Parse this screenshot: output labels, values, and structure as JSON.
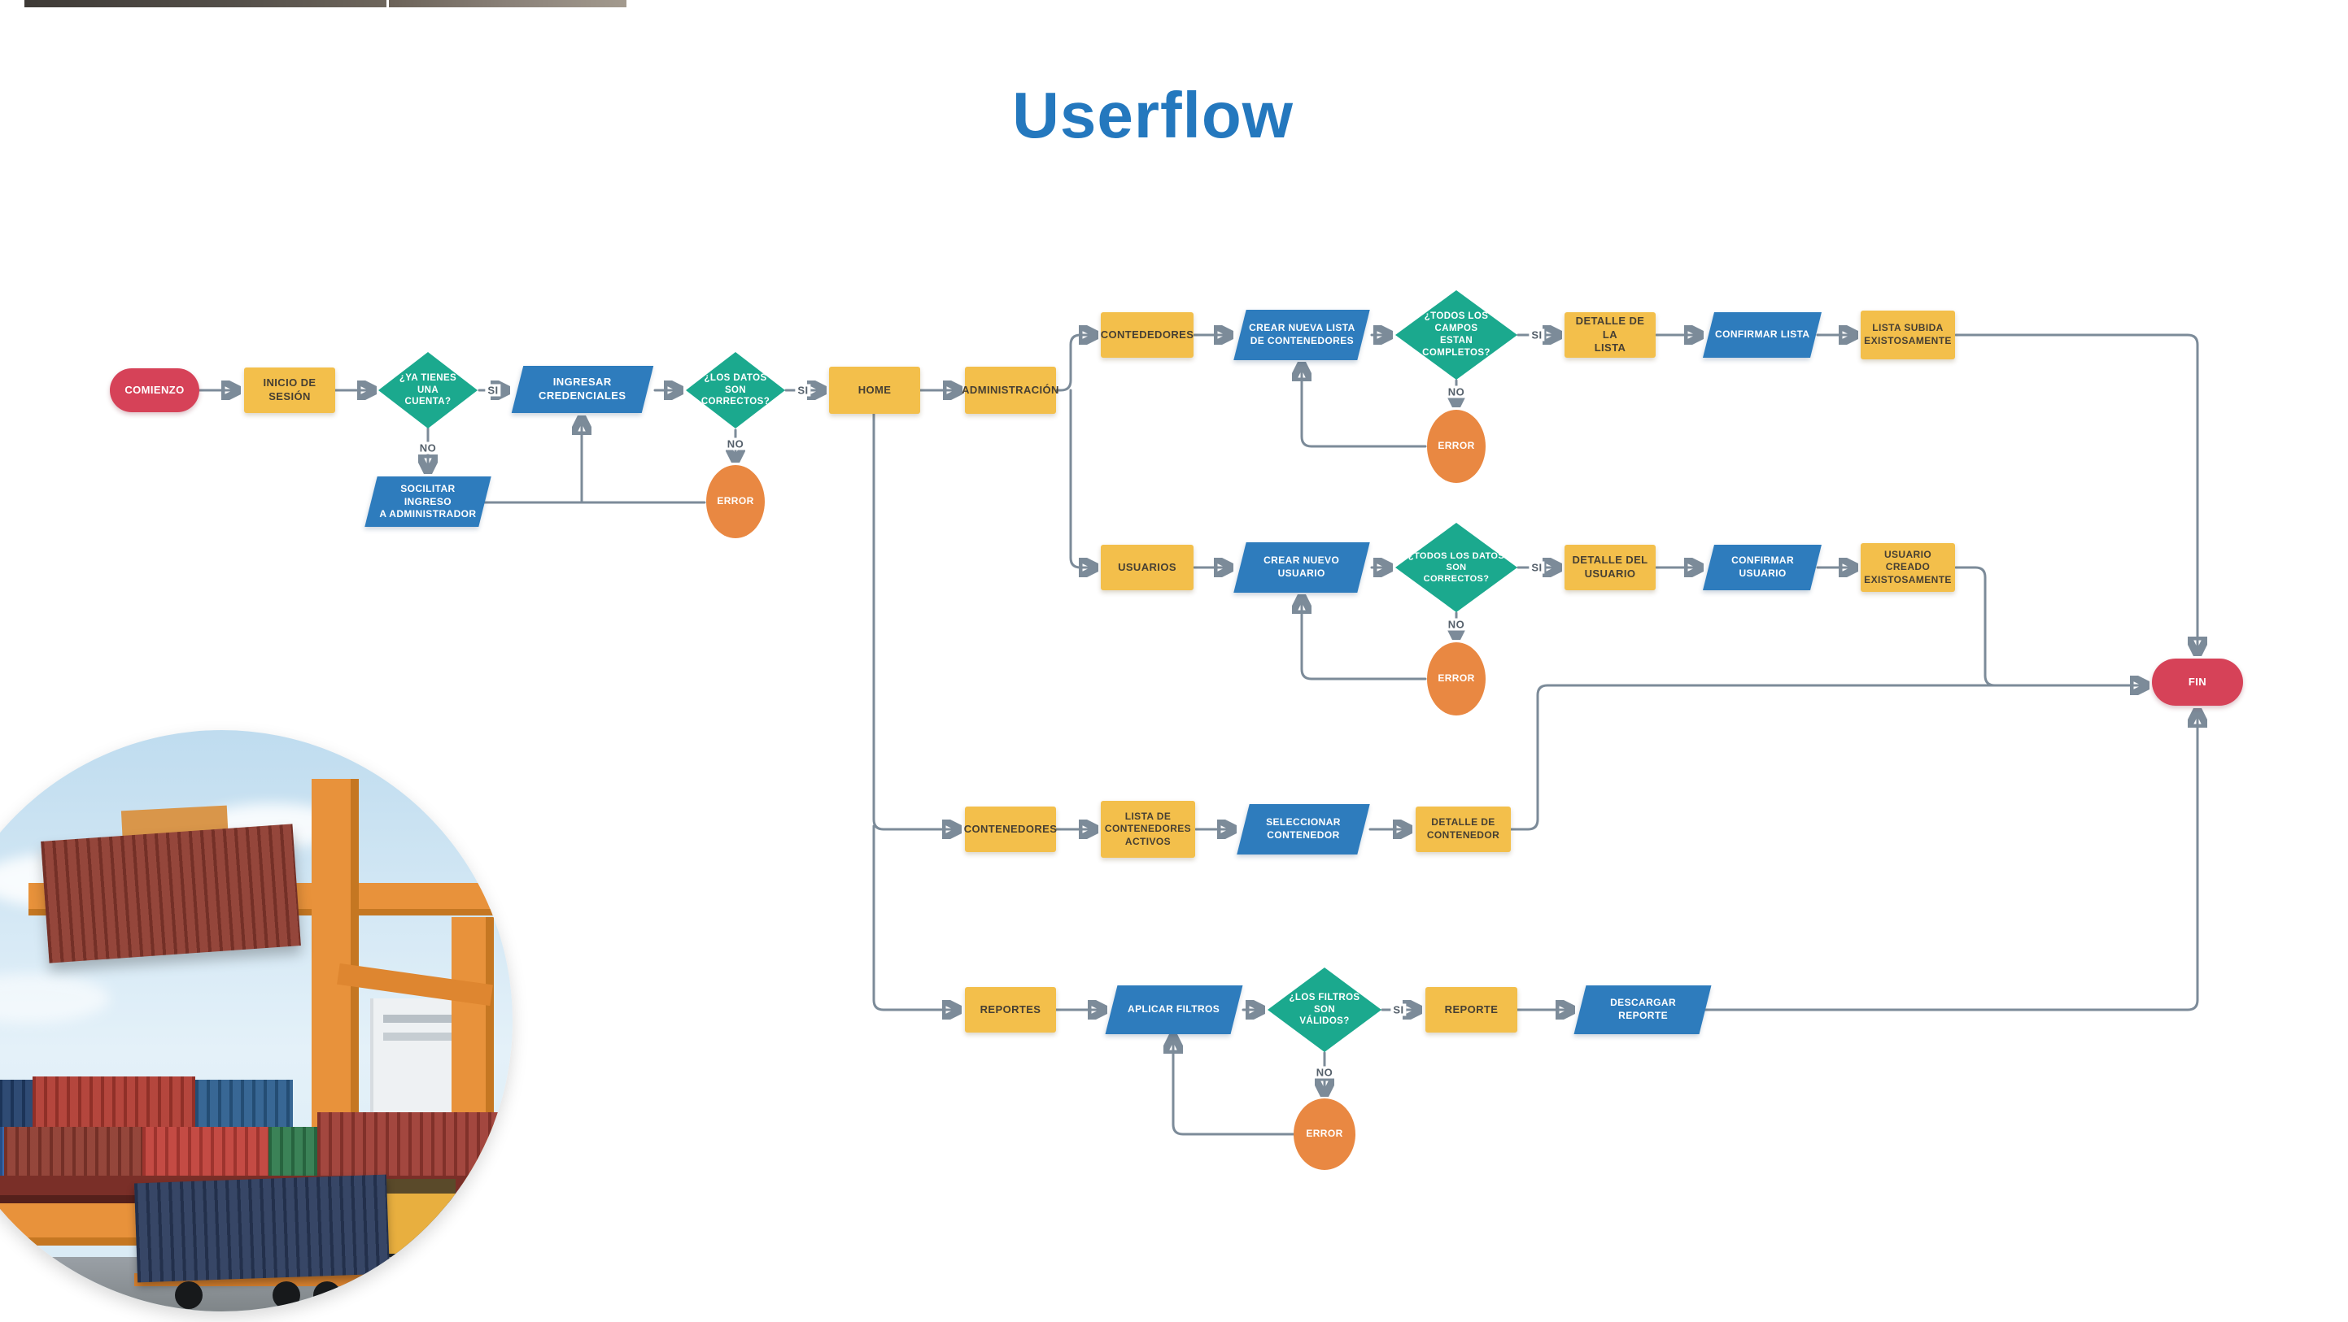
{
  "header": {
    "title": "Userflow",
    "title_color": "#2478be"
  },
  "colors": {
    "process_box": "#f3bf4b",
    "input_parallelogram": "#2e7cbd",
    "decision_diamond": "#1ba98e",
    "error_circle": "#e98842",
    "terminator_pill": "#d64258",
    "connector": "#7c8b99"
  },
  "diagram": {
    "nodes": {
      "comienzo": {
        "label": "COMIENZO",
        "type": "terminator"
      },
      "inicio_sesion": {
        "label": "INICIO DE SESIÓN",
        "type": "process"
      },
      "q_cuenta": {
        "label": "¿YA TIENES UNA\nCUENTA?",
        "type": "decision"
      },
      "ingresar_credenciales": {
        "label": "INGRESAR\nCREDENCIALES",
        "type": "input"
      },
      "solicitar_ingreso": {
        "label": "SOCILITAR INGRESO\nA ADMINISTRADOR",
        "type": "input"
      },
      "q_datos": {
        "label": "¿LOS DATOS SON\nCORRECTOS?",
        "type": "decision"
      },
      "error_login": {
        "label": "ERROR",
        "type": "error"
      },
      "home": {
        "label": "HOME",
        "type": "process"
      },
      "administracion": {
        "label": "ADMINISTRACIÓN",
        "type": "process"
      },
      "contededores": {
        "label": "CONTEDEDORES",
        "type": "process"
      },
      "crear_nueva_lista": {
        "label": "CREAR NUEVA LISTA\nDE CONTENEDORES",
        "type": "input"
      },
      "q_campos": {
        "label": "¿TODOS LOS CAMPOS\nESTAN COMPLETOS?",
        "type": "decision"
      },
      "error_campos": {
        "label": "ERROR",
        "type": "error"
      },
      "detalle_lista": {
        "label": "DETALLE DE LA\nLISTA",
        "type": "process"
      },
      "confirmar_lista": {
        "label": "CONFIRMAR LISTA",
        "type": "input"
      },
      "lista_subida": {
        "label": "LISTA SUBIDA\nEXISTOSAMENTE",
        "type": "process"
      },
      "usuarios": {
        "label": "USUARIOS",
        "type": "process"
      },
      "crear_nuevo_usuario": {
        "label": "CREAR NUEVO\nUSUARIO",
        "type": "input"
      },
      "q_datos_usuario": {
        "label": "¿TODOS LOS DATOS SON\nCORRECTOS?",
        "type": "decision"
      },
      "error_usuario": {
        "label": "ERROR",
        "type": "error"
      },
      "detalle_usuario": {
        "label": "DETALLE DEL\nUSUARIO",
        "type": "process"
      },
      "confirmar_usuario": {
        "label": "CONFIRMAR\nUSUARIO",
        "type": "input"
      },
      "usuario_creado": {
        "label": "USUARIO CREADO\nEXISTOSAMENTE",
        "type": "process"
      },
      "contenedores": {
        "label": "CONTENEDORES",
        "type": "process"
      },
      "lista_activos": {
        "label": "LISTA DE\nCONTENEDORES\nACTIVOS",
        "type": "process"
      },
      "seleccionar_contenedor": {
        "label": "SELECCIONAR\nCONTENEDOR",
        "type": "input"
      },
      "detalle_contenedor": {
        "label": "DETALLE DE\nCONTENEDOR",
        "type": "process"
      },
      "reportes": {
        "label": "REPORTES",
        "type": "process"
      },
      "aplicar_filtros": {
        "label": "APLICAR FILTROS",
        "type": "input"
      },
      "q_filtros": {
        "label": "¿LOS FILTROS SON\nVÁLIDOS?",
        "type": "decision"
      },
      "error_filtros": {
        "label": "ERROR",
        "type": "error"
      },
      "reporte": {
        "label": "REPORTE",
        "type": "process"
      },
      "descargar_reporte": {
        "label": "DESCARGAR\nREPORTE",
        "type": "input"
      },
      "fin": {
        "label": "FIN",
        "type": "terminator"
      }
    },
    "edge_labels": {
      "si_login": "SI",
      "no_cuenta": "NO",
      "si_datos": "SI",
      "no_datos": "NO",
      "si_campos": "SI",
      "no_campos": "NO",
      "si_datos_usuario": "SI",
      "no_datos_usuario": "NO",
      "si_filtros": "SI",
      "no_filtros": "NO"
    }
  },
  "photo": {
    "description": "Circular photo of a container port: orange gantry cranes lifting shipping containers, stacked red and blue containers, a truck carrying a dark blue container, ship superstructure in the background."
  }
}
